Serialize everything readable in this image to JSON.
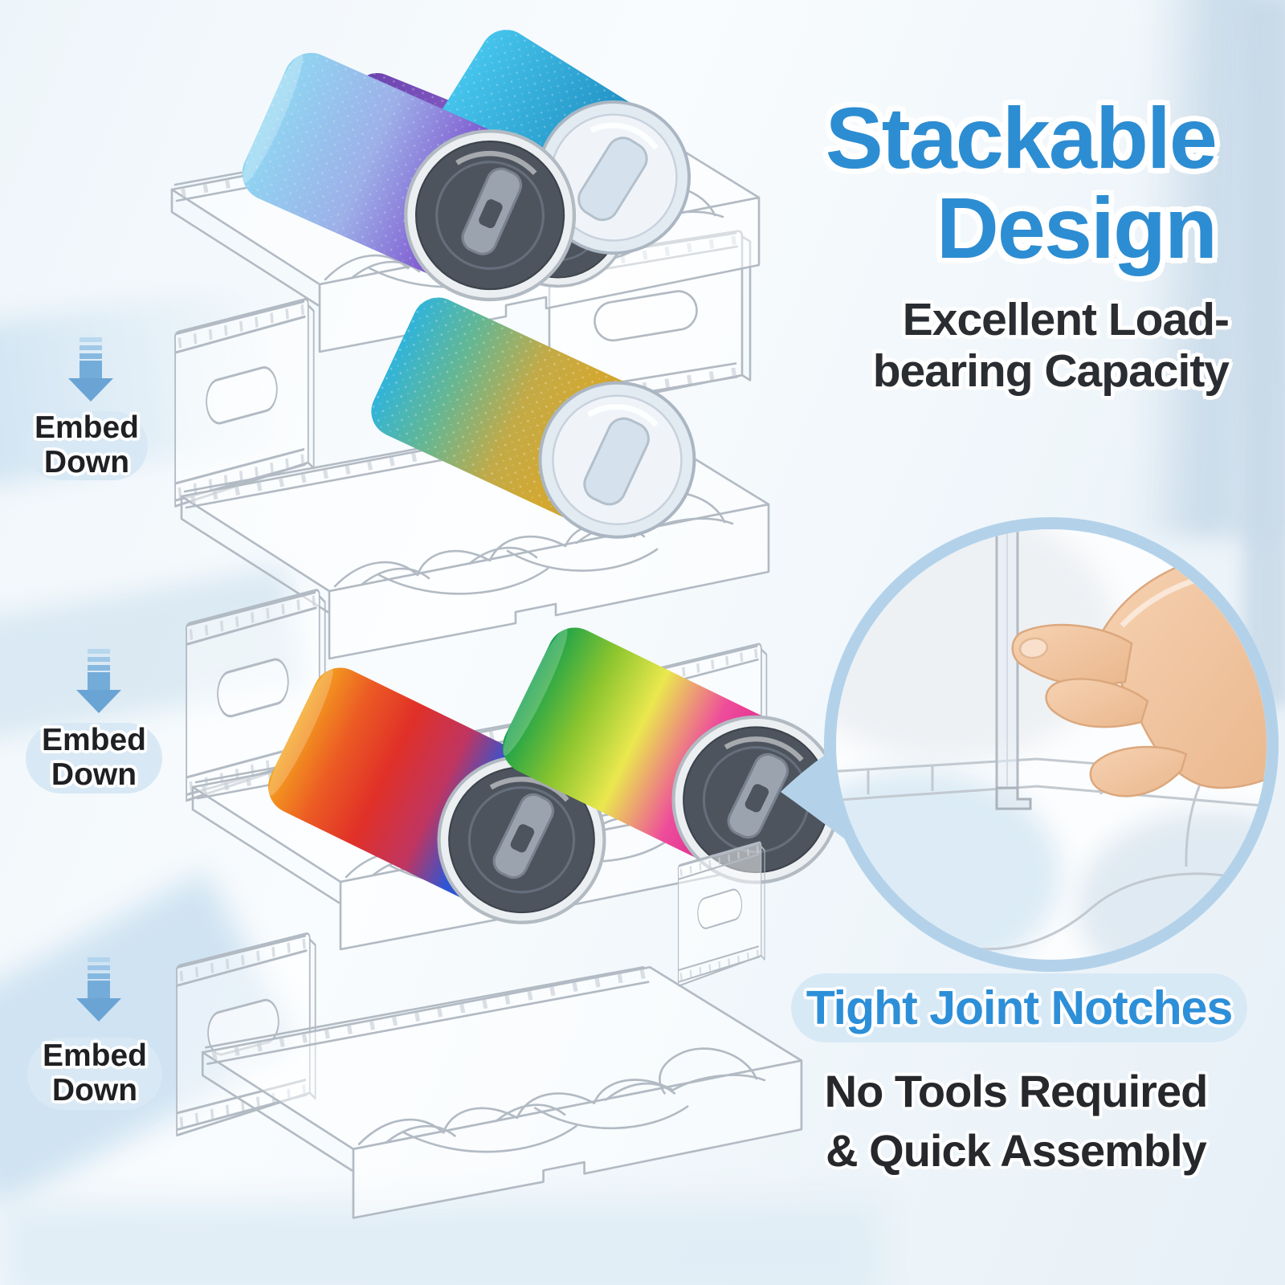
{
  "headline": {
    "line1": "Stackable",
    "line2": "Design",
    "color": "#2d8dd2"
  },
  "subheadline": {
    "line1": "Excellent Load-",
    "line2": "bearing Capacity",
    "color": "#2a2d31"
  },
  "embed_callout": {
    "line1": "Embed",
    "line2": "Down",
    "count": 3,
    "pill_bg": "#d8e9f5",
    "arrow_color": "#74acd9"
  },
  "joint_badge": {
    "label": "Tight Joint Notches",
    "text_color": "#2d8fd8",
    "pill_bg": "#d8e9f6"
  },
  "assembly_note": {
    "line1": "No Tools Required",
    "line2": "& Quick Assembly",
    "color": "#26282c"
  },
  "artwork": {
    "organizer_tier_count": 4,
    "line_color": "#b2bac3",
    "inset_ring_color": "#b3d2ea",
    "tumblers": [
      {
        "tier": 1,
        "label": "purple glitter",
        "colors": [
          "#6a41ae",
          "#9e77d8"
        ]
      },
      {
        "tier": 1,
        "label": "teal glitter",
        "colors": [
          "#38bce8",
          "#1b88bc"
        ]
      },
      {
        "tier": 1,
        "label": "blue to purple glitter",
        "colors": [
          "#8fd6f2",
          "#7e57d0"
        ]
      },
      {
        "tier": 2,
        "label": "teal to gold glitter",
        "colors": [
          "#30b4da",
          "#d4a830"
        ]
      },
      {
        "tier": 3,
        "label": "orange red blue",
        "colors": [
          "#f4a41e",
          "#e03028",
          "#2f55d4"
        ]
      },
      {
        "tier": 3,
        "label": "green yellow magenta",
        "colors": [
          "#13a04c",
          "#eae84e",
          "#d92089"
        ]
      }
    ]
  }
}
